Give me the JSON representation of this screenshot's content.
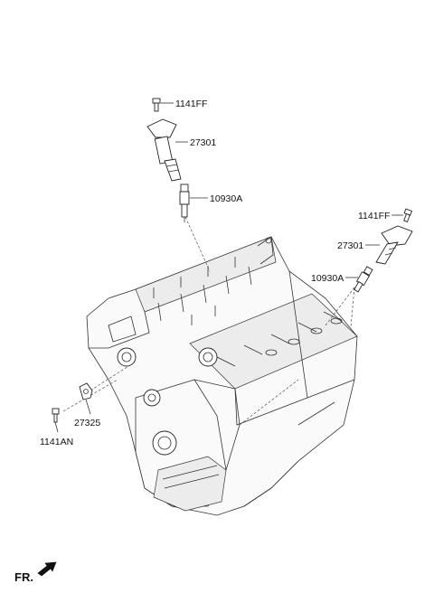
{
  "labels": {
    "bolt_top": "1141FF",
    "coil_top": "27301",
    "plug_top": "10930A",
    "bolt_right": "1141FF",
    "coil_right": "27301",
    "plug_right": "10930A",
    "sensor": "27325",
    "bolt_left": "1141AN"
  },
  "direction": {
    "label": "FR.",
    "icon": "arrow-left-down-icon"
  }
}
